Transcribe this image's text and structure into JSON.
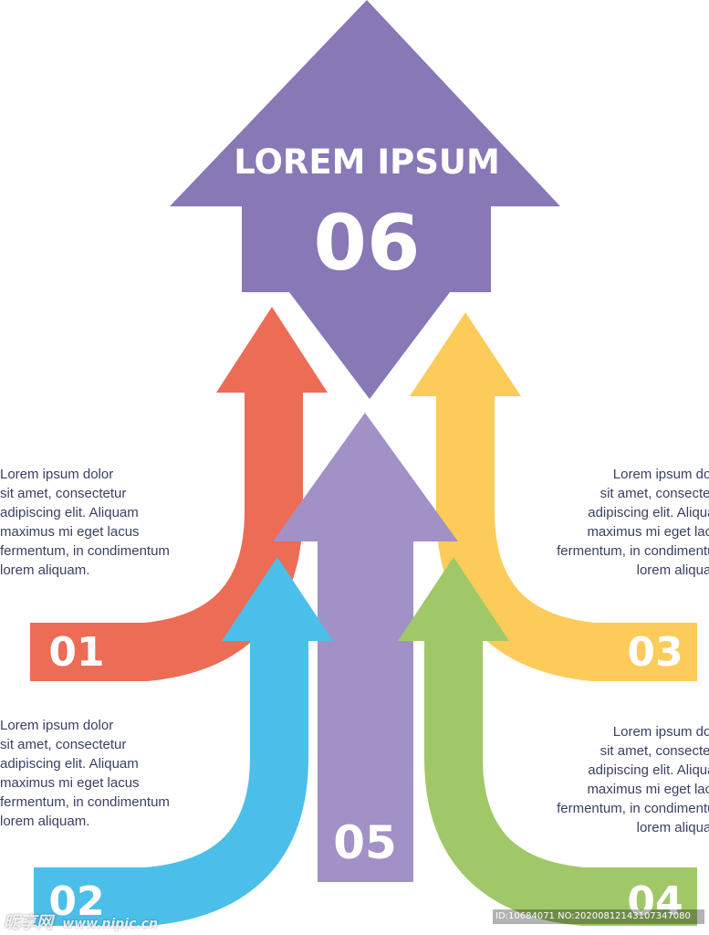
{
  "colors": {
    "purple_dark": "#8878b6",
    "purple_light": "#a191c6",
    "orange": "#ec6c55",
    "yellow": "#fccb59",
    "blue": "#4bbfe9",
    "green": "#a0c869",
    "text": "#3b3f63"
  },
  "main": {
    "title": "LOREM IPSUM",
    "number": "06"
  },
  "steps": [
    {
      "number": "01",
      "color": "orange"
    },
    {
      "number": "02",
      "color": "blue"
    },
    {
      "number": "03",
      "color": "yellow"
    },
    {
      "number": "04",
      "color": "green"
    },
    {
      "number": "05",
      "color": "purple_light"
    }
  ],
  "texts": {
    "left_top": "Lorem ipsum dolor\nsit amet, consectetur\nadipiscing elit. Aliquam\nmaximus mi eget lacus\nfermentum,  in condimentum\nlorem aliquam.",
    "left_bottom": "Lorem ipsum dolor\nsit amet, consectetur\nadipiscing elit. Aliquam\nmaximus mi eget lacus\nfermentum,  in condimentum\nlorem aliquam.",
    "right_top": "Lorem ipsum dolor\nsit amet, consectetur\nadipiscing elit. Aliquam\nmaximus mi eget lacus\nfermentum,  in condimentum\nlorem aliquam.",
    "right_bottom": "Lorem ipsum dolor\nsit amet, consectetur\nadipiscing elit. Aliquam\nmaximus mi eget lacus\nfermentum,  in condimentum\nlorem aliquam."
  },
  "watermark": {
    "logo": "昵享网",
    "site": "www.nipic.cn",
    "id_text": "ID:10684071 NO:20200812143107347080"
  }
}
